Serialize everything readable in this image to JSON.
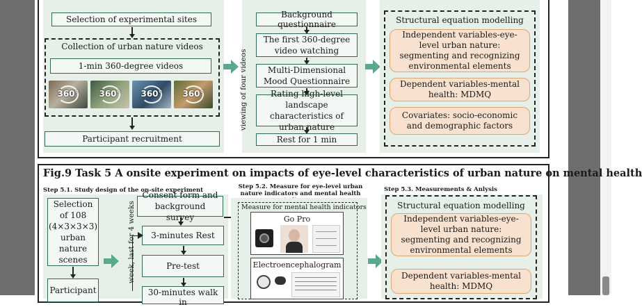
{
  "top_figure": {
    "left_panel": {
      "site_selection": "Selection of experimental sites",
      "collection_title": "Collection of urban nature videos",
      "video_box": "1-min 360-degree videos",
      "thumbnail_label": "360°",
      "recruitment": "Participant recruitment"
    },
    "middle_panel": {
      "vertical_label": "viewing of four videos",
      "boxes": [
        "Background questionnaire",
        "The first 360-degree video watching",
        "Multi-Dimensional Mood Questionnaire",
        "Rating high-level landscape characteristics of urban nature",
        "Rest for 1 min"
      ]
    },
    "right_panel": {
      "title": "Structural equation modelling",
      "items": [
        "Independent variables-eye-level urban nature: segmenting and recognizing environmental elements",
        "Dependent variables-mental health: MDMQ",
        "Covariates: socio-economic and demographic factors"
      ]
    }
  },
  "bottom_figure": {
    "caption": "Fig.9 Task 5 A onsite experiment on impacts of eye-level characteristics of urban nature on mental health",
    "step1": {
      "title": "Step 5.1. Study design of the on-site experiment",
      "selection_box": "Selection of 108 (4×3×3×3) urban nature scenes",
      "participant_box": "Participant",
      "vertical_label": "week, last for 4 weeks",
      "flow": [
        "Consent form and background survey",
        "3-minutes Rest",
        "Pre-test",
        "30-minutes walk in"
      ]
    },
    "step2": {
      "title": "Step 5.2. Measure for eye-level urban nature indicators and mental health indicators",
      "inner_label": "Measure for mental health indicators",
      "devices": [
        "Go Pro",
        "Electroencephalogram"
      ]
    },
    "step3": {
      "title": "Step 5.3. Measurements & Anlysis",
      "panel_title": "Structural equation modelling",
      "items": [
        "Independent variables-eye-level urban nature: segmenting and recognizing environmental elements",
        "Dependent variables-mental health: MDMQ"
      ]
    }
  },
  "colors": {
    "panel_green": "#e6efe8",
    "box_border": "#2f6b54",
    "arrow_teal": "#5aa98c",
    "orange_fill": "#f8e2cf",
    "side_gray": "#6e6e6e"
  }
}
